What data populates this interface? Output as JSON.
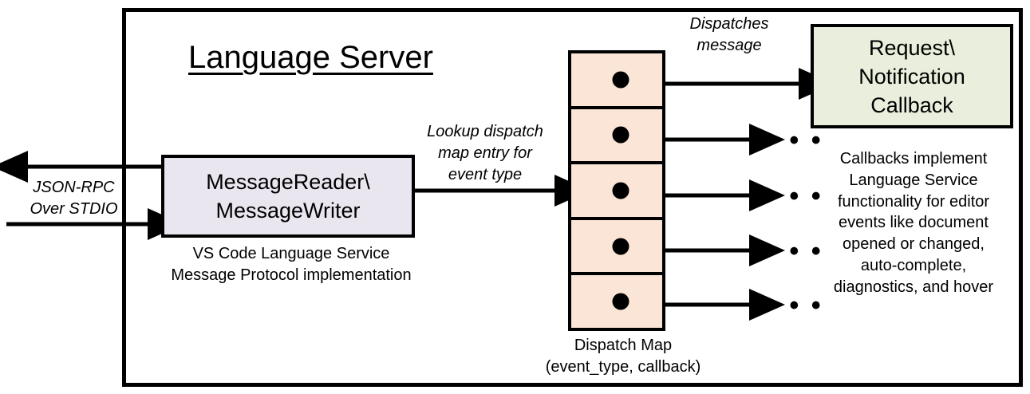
{
  "diagram": {
    "title": "Language Server",
    "frame_color": "#000000",
    "background": "#ffffff"
  },
  "nodes": {
    "message_io": {
      "label": "MessageReader\\\nMessageWriter",
      "caption": "VS Code Language Service\nMessage Protocol implementation",
      "fill": "#eae6f0"
    },
    "dispatch_map": {
      "caption": "Dispatch Map\n(event_type, callback)",
      "fill": "#fbe5d6",
      "row_count": 5,
      "rows": [
        {
          "index": 1,
          "marker": "callback-dot"
        },
        {
          "index": 2,
          "marker": "callback-dot"
        },
        {
          "index": 3,
          "marker": "callback-dot"
        },
        {
          "index": 4,
          "marker": "callback-dot"
        },
        {
          "index": 5,
          "marker": "callback-dot"
        }
      ]
    },
    "callback": {
      "label": "Request\\\nNotification\nCallback",
      "description": "Callbacks implement\nLanguage Service\nfunctionality for editor\nevents like document\nopened or changed,\nauto-complete,\ndiagnostics, and hover",
      "fill": "#e9efdc"
    }
  },
  "edges": {
    "jsonrpc": {
      "label": "JSON-RPC\nOver STDIO",
      "style": "italic",
      "direction": "bidirectional"
    },
    "lookup": {
      "label": "Lookup dispatch\nmap entry for\nevent type",
      "style": "italic",
      "direction": "right"
    },
    "dispatches": {
      "label": "Dispatches\nmessage",
      "style": "italic",
      "direction": "right"
    },
    "more_targets": {
      "ellipsis": "• • •",
      "count": 4
    }
  }
}
